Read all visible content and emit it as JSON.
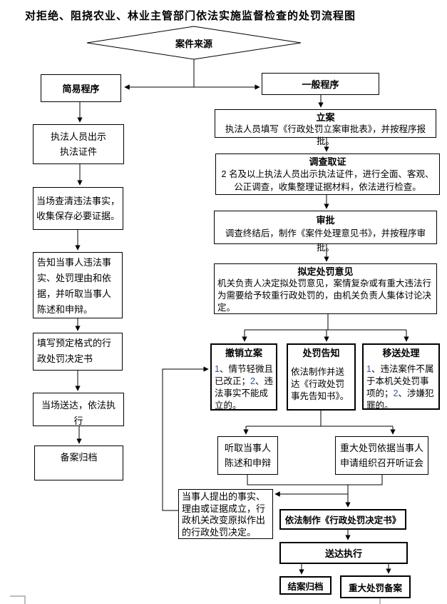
{
  "title": "对拒绝、阻挠农业、林业主管部门依法实施监督检查的处罚流程图",
  "diamond": {
    "label": "案件来源"
  },
  "simple": {
    "header": "简易程序",
    "show_credentials": "执法人员出示\n执法证件",
    "onsite_verify": "当场查清违法事实，\n收集保存必要证据。",
    "inform_party": "告知当事人违法事实、处罚理由和依据，并听取当事人陈述和申辩。",
    "fill_decision": "填写预定格式的行政处罚决定书",
    "serve_onsite": "当场送达，依法执行",
    "archive": "备案归档"
  },
  "general": {
    "header": "一般程序",
    "filing": {
      "title": "立案",
      "body": "执法人员填写《行政处罚立案审批表》，并按程序报批。"
    },
    "investigation": {
      "title": "调查取证",
      "body": "2 名及以上执法人员出示执法证件，进行全面、客观、\n公正调查，收集整理证据材料，依法进行检查。"
    },
    "approval": {
      "title": "审批",
      "body": "调查终结后，制作《案件处理意见书》，并按程序审批。"
    },
    "draft_opinion": {
      "title": "拟定处罚意见",
      "body": "机关负责人决定拟处罚意见，案情复杂或有重大违法行为需要给予较重行政处罚的，由机关负责人集体讨论决定。"
    }
  },
  "branches": {
    "revoke": {
      "title": "撤销立案",
      "body": "1、情节轻微且已改正；2、违法事实不能成立的。"
    },
    "notice": {
      "title": "处罚告知",
      "body": "依法制作并送达《行政处罚事先告知书》。"
    },
    "transfer": {
      "title": "移送处理",
      "body": "1、违法案件不属于本机关处罚事项的；2、涉嫌犯罪的。"
    }
  },
  "hearing": {
    "statement": "听取当事人\n陈述和申辩",
    "major_hearing": "重大处罚依据当事人\n申请组织召开听证会",
    "change_decision": "当事人提出的事实、理由或证据成立，行政机关改变原拟作出的行政处罚决定。"
  },
  "closing": {
    "make_decision": "依法制作《行政处罚决定书》",
    "serve_execute": "送达执行",
    "close_file": "结案归档",
    "major_record": "重大处罚备案"
  },
  "colors": {
    "line": "#000000",
    "digit_accent": "#35549b",
    "artifact_gray": "#a6a6a6"
  }
}
